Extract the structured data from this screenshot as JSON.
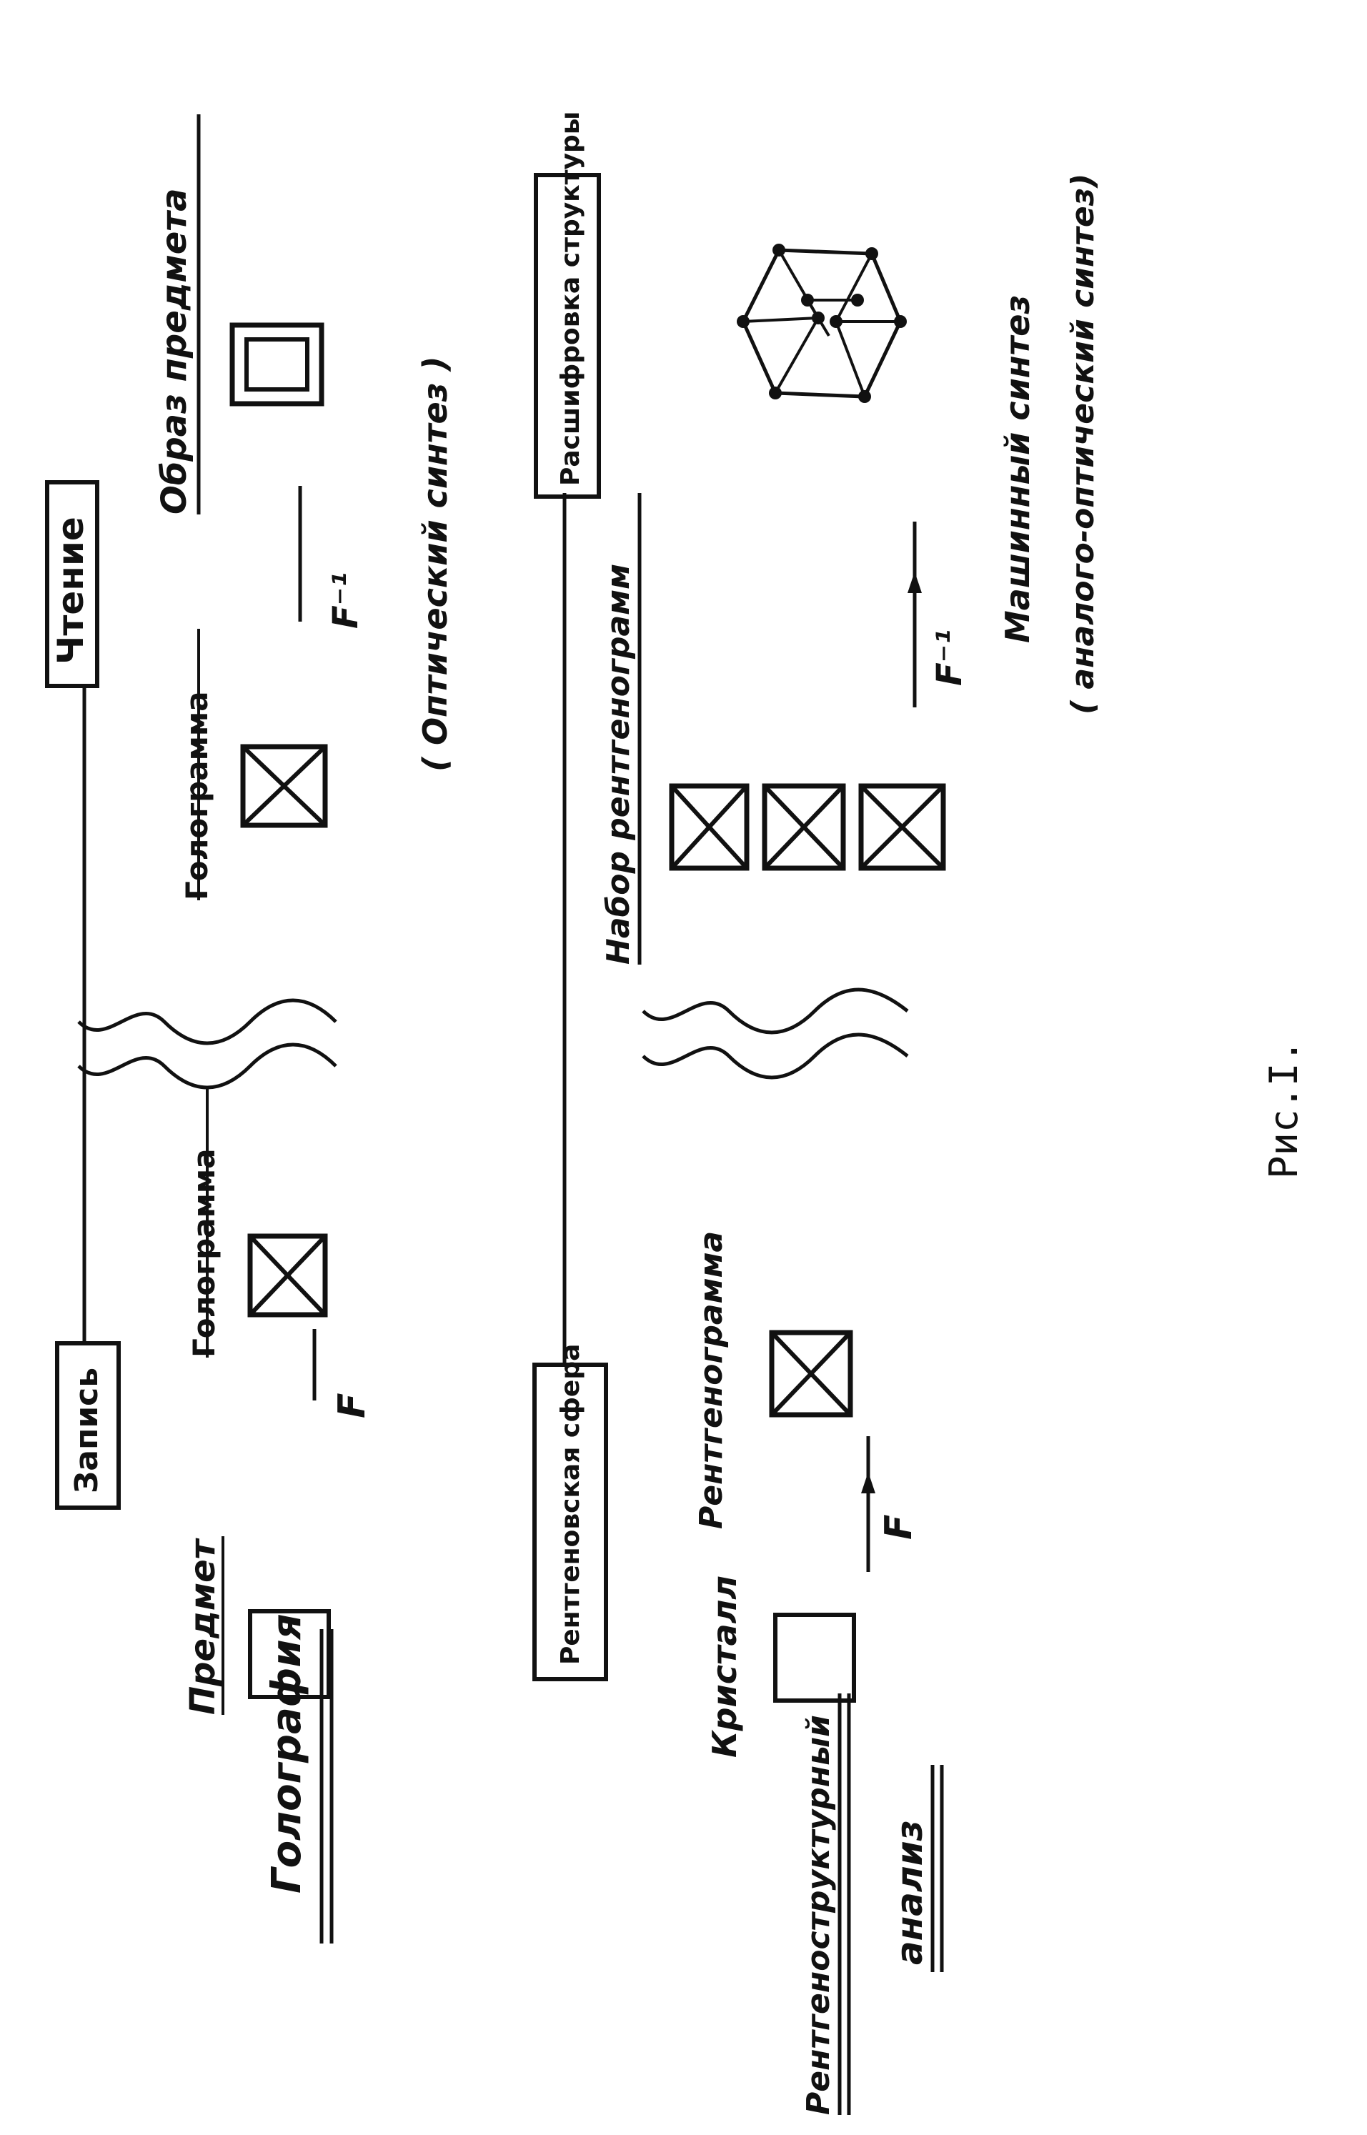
{
  "figure": {
    "caption": "Рис.I.",
    "ink_color": "#111111",
    "background": "#ffffff"
  },
  "holography": {
    "section_label": "Голография",
    "record_box": "Запись",
    "read_box": "Чтение",
    "object_label": "Предмет",
    "hologram_label": "Голограмма",
    "hologram_label_2": "Голограмма",
    "image_label": "Образ предмета",
    "forward_transform": "F",
    "inverse_transform": "F⁻¹",
    "synthesis_note": "( Оптический синтез )"
  },
  "xray": {
    "section_label_line1": "Рентгеноструктурный",
    "section_label_line2": "анализ",
    "sphere_box": "Рентгеновская сфера",
    "decoding_box": "Расшифровка структуры",
    "crystal_label": "Кристалл",
    "xraygram_label": "Рентгенограмма",
    "set_label": "Набор рентгенограмм",
    "forward_transform": "F",
    "inverse_transform": "F⁻¹",
    "synthesis_note_line1": "Машинный синтез",
    "synthesis_note_line2": "( аналого-оптический синтез)"
  }
}
